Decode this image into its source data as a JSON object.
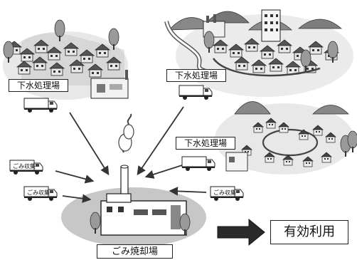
{
  "labels": {
    "sewage_plant_1": "下水処理場",
    "sewage_plant_2": "下水処理場",
    "sewage_plant_3": "下水処理場",
    "incinerator": "ごみ焼却場",
    "effective_use": "有効利用"
  },
  "trucks": {
    "garbage_truck_label": "ごみ収集"
  }
}
